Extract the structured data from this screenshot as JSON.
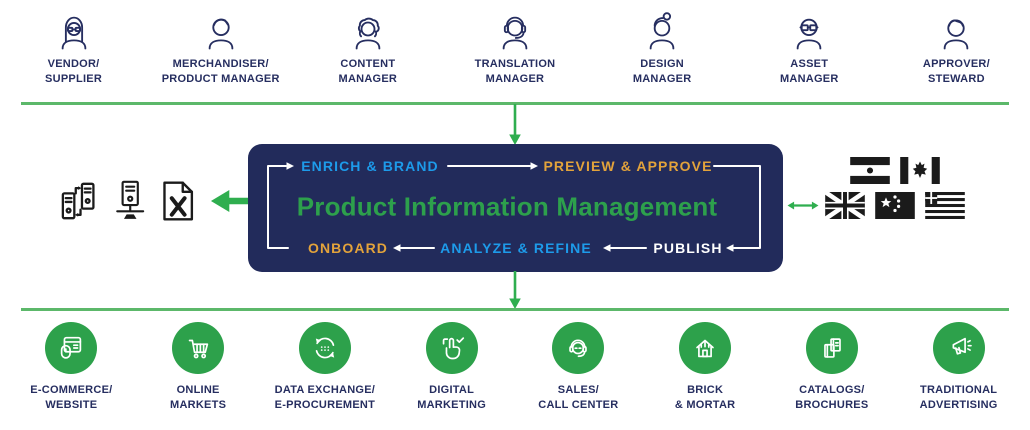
{
  "colors": {
    "navy_text": "#262e60",
    "box_navy": "#222b5b",
    "line_green": "#5cb86a",
    "arrow_green": "#2fae4f",
    "circle_green": "#2da14b",
    "title_green": "#2da04c",
    "step_blue": "#1d9bea",
    "step_gold": "#e3a33b",
    "icon_black": "#1b1b1b"
  },
  "personas": [
    {
      "line1": "VENDOR/",
      "line2": "SUPPLIER",
      "icon": "woman-long-hair-glasses"
    },
    {
      "line1": "MERCHANDISER/",
      "line2": "PRODUCT MANAGER",
      "icon": "man-short-hair"
    },
    {
      "line1": "CONTENT",
      "line2": "MANAGER",
      "icon": "woman-curly-hair"
    },
    {
      "line1": "TRANSLATION",
      "line2": "MANAGER",
      "icon": "person-headset"
    },
    {
      "line1": "DESIGN",
      "line2": "MANAGER",
      "icon": "woman-hair-bun"
    },
    {
      "line1": "ASSET",
      "line2": "MANAGER",
      "icon": "man-bald-glasses"
    },
    {
      "line1": "APPROVER/",
      "line2": "STEWARD",
      "icon": "man-wavy-hair"
    }
  ],
  "pim": {
    "title": "Product Information Management",
    "steps": {
      "enrich_brand": "ENRICH & BRAND",
      "preview_approve": "PREVIEW & APPROVE",
      "onboard": "ONBOARD",
      "analyze_refine": "ANALYZE & REFINE",
      "publish": "PUBLISH"
    }
  },
  "integrations_left": {
    "icons": [
      "server-data-exchange",
      "network-server",
      "excel-file"
    ]
  },
  "locales_right": {
    "flags": [
      "india",
      "canada",
      "united-kingdom",
      "china",
      "greece"
    ]
  },
  "channels": [
    {
      "line1": "E-COMMERCE/",
      "line2": "WEBSITE",
      "icon": "browser-and-mouse"
    },
    {
      "line1": "ONLINE",
      "line2": "MARKETS",
      "icon": "shopping-cart"
    },
    {
      "line1": "DATA EXCHANGE/",
      "line2": "E-PROCUREMENT",
      "icon": "sync-arrows-dots"
    },
    {
      "line1": "DIGITAL",
      "line2": "MARKETING",
      "icon": "tap-hand-check"
    },
    {
      "line1": "SALES/",
      "line2": "CALL CENTER",
      "icon": "support-agent-headset"
    },
    {
      "line1": "BRICK",
      "line2": "& MORTAR",
      "icon": "store-house"
    },
    {
      "line1": "CATALOGS/",
      "line2": "BROCHURES",
      "icon": "catalog-books"
    },
    {
      "line1": "TRADITIONAL",
      "line2": "ADVERTISING",
      "icon": "megaphone"
    }
  ]
}
